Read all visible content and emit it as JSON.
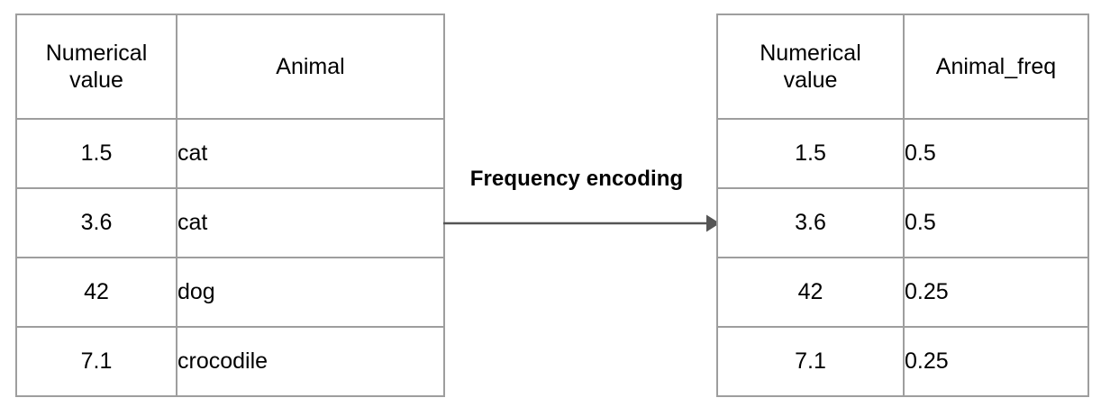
{
  "diagram": {
    "title_label": "Frequency encoding",
    "arrow": {
      "icon": "arrow-right-icon",
      "color": "#555555"
    },
    "border_color": "#9e9e9e",
    "text_color": "#000000",
    "background_color": "#ffffff"
  },
  "source_table": {
    "name": "source-table",
    "headers": [
      "Numerical value",
      "Animal"
    ],
    "header_lines": {
      "col0_line1": "Numerical",
      "col0_line2": "value",
      "col1": "Animal"
    },
    "rows": [
      {
        "value": "1.5",
        "animal": "cat"
      },
      {
        "value": "3.6",
        "animal": "cat"
      },
      {
        "value": "42",
        "animal": "dog"
      },
      {
        "value": "7.1",
        "animal": "crocodile"
      }
    ]
  },
  "result_table": {
    "name": "result-table",
    "headers": [
      "Numerical value",
      "Animal_freq"
    ],
    "header_lines": {
      "col0_line1": "Numerical",
      "col0_line2": "value",
      "col1": "Animal_freq"
    },
    "rows": [
      {
        "value": "1.5",
        "freq": "0.5"
      },
      {
        "value": "3.6",
        "freq": "0.5"
      },
      {
        "value": "42",
        "freq": "0.25"
      },
      {
        "value": "7.1",
        "freq": "0.25"
      }
    ]
  }
}
